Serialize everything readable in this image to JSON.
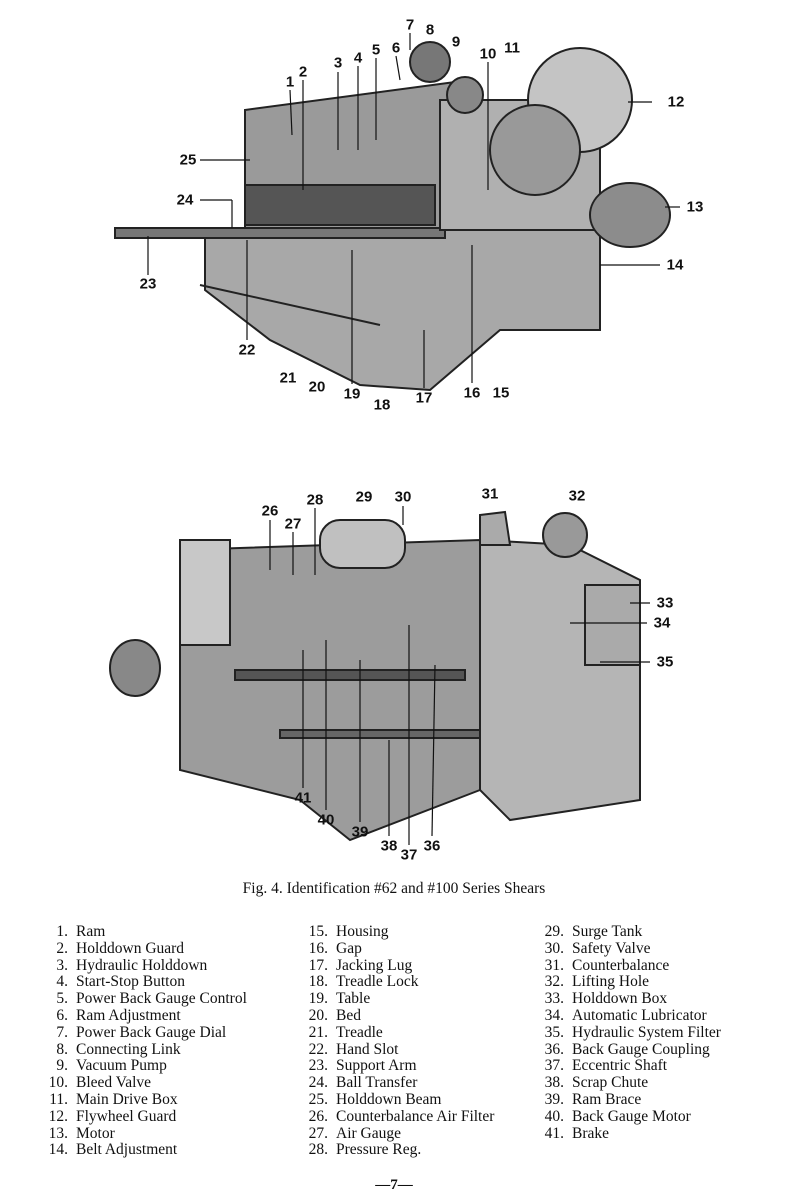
{
  "figure": {
    "top_callouts": [
      "1",
      "2",
      "3",
      "4",
      "5",
      "6",
      "7",
      "8",
      "9",
      "10",
      "11",
      "12",
      "13",
      "14",
      "15",
      "16",
      "17",
      "18",
      "19",
      "20",
      "21",
      "22",
      "23",
      "24",
      "25"
    ],
    "bottom_callouts": [
      "26",
      "27",
      "28",
      "29",
      "30",
      "31",
      "32",
      "33",
      "34",
      "35",
      "36",
      "37",
      "38",
      "39",
      "40",
      "41"
    ],
    "caption": "Fig. 4.  Identification #62 and #100 Series Shears"
  },
  "legend": {
    "columns": [
      [
        {
          "num": "1.",
          "label": "Ram"
        },
        {
          "num": "2.",
          "label": "Holddown Guard"
        },
        {
          "num": "3.",
          "label": "Hydraulic Holddown"
        },
        {
          "num": "4.",
          "label": "Start-Stop Button"
        },
        {
          "num": "5.",
          "label": "Power Back Gauge Control"
        },
        {
          "num": "6.",
          "label": "Ram Adjustment"
        },
        {
          "num": "7.",
          "label": "Power Back Gauge Dial"
        },
        {
          "num": "8.",
          "label": "Connecting Link"
        },
        {
          "num": "9.",
          "label": "Vacuum Pump"
        },
        {
          "num": "10.",
          "label": "Bleed Valve"
        },
        {
          "num": "11.",
          "label": "Main Drive Box"
        },
        {
          "num": "12.",
          "label": "Flywheel Guard"
        },
        {
          "num": "13.",
          "label": "Motor"
        },
        {
          "num": "14.",
          "label": "Belt Adjustment"
        }
      ],
      [
        {
          "num": "15.",
          "label": "Housing"
        },
        {
          "num": "16.",
          "label": "Gap"
        },
        {
          "num": "17.",
          "label": "Jacking Lug"
        },
        {
          "num": "18.",
          "label": "Treadle Lock"
        },
        {
          "num": "19.",
          "label": "Table"
        },
        {
          "num": "20.",
          "label": "Bed"
        },
        {
          "num": "21.",
          "label": "Treadle"
        },
        {
          "num": "22.",
          "label": "Hand Slot"
        },
        {
          "num": "23.",
          "label": "Support Arm"
        },
        {
          "num": "24.",
          "label": "Ball Transfer"
        },
        {
          "num": "25.",
          "label": "Holddown Beam"
        },
        {
          "num": "26.",
          "label": "Counterbalance Air Filter"
        },
        {
          "num": "27.",
          "label": "Air Gauge"
        },
        {
          "num": "28.",
          "label": "Pressure Reg."
        }
      ],
      [
        {
          "num": "29.",
          "label": "Surge Tank"
        },
        {
          "num": "30.",
          "label": "Safety Valve"
        },
        {
          "num": "31.",
          "label": "Counterbalance"
        },
        {
          "num": "32.",
          "label": "Lifting Hole"
        },
        {
          "num": "33.",
          "label": "Holddown Box"
        },
        {
          "num": "34.",
          "label": "Automatic Lubricator"
        },
        {
          "num": "35.",
          "label": "Hydraulic System Filter"
        },
        {
          "num": "36.",
          "label": "Back Gauge Coupling"
        },
        {
          "num": "37.",
          "label": "Eccentric Shaft"
        },
        {
          "num": "38.",
          "label": "Scrap Chute"
        },
        {
          "num": "39.",
          "label": "Ram Brace"
        },
        {
          "num": "40.",
          "label": "Back Gauge Motor"
        },
        {
          "num": "41.",
          "label": "Brake"
        }
      ]
    ]
  },
  "page_number": "—7—"
}
